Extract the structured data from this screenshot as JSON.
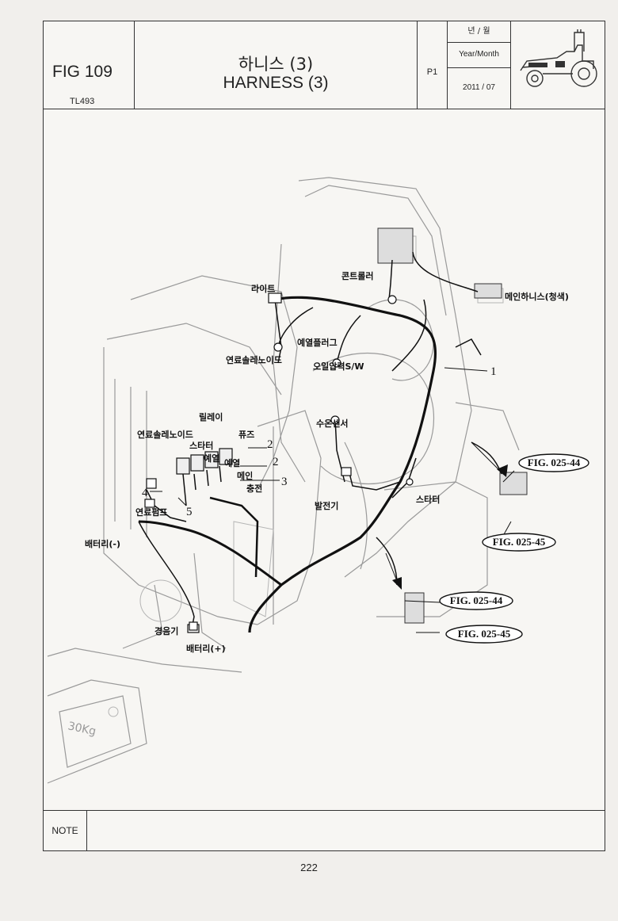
{
  "header": {
    "fig": "FIG 109",
    "model": "TL493",
    "title_ko": "하니스 (3)",
    "title_en": "HARNESS (3)",
    "page": "P1",
    "date_label_ko": "년 / 월",
    "date_label_en": "Year/Month",
    "date_value": "2011 / 07"
  },
  "labels": {
    "light": "라이트",
    "controller": "콘트롤러",
    "main_harness": "메인하니스(청색)",
    "glow_plug": "예열플러그",
    "fuel_solenoid_top": "연료솔레노이드",
    "oil_pressure_sw": "오일압력S/W",
    "relay": "릴레이",
    "fuse": "퓨즈",
    "fuel_solenoid": "연료솔레노이드",
    "starter_relay": "스타터",
    "preheat_relay": "예열",
    "preheat_fuse": "예열",
    "main_fuse": "메인",
    "charge_fuse": "충전",
    "fuel_pump": "연료펌프",
    "battery_neg": "배터리(-)",
    "water_sensor": "수온센서",
    "alternator": "발전기",
    "starter": "스타터",
    "horn": "경음기",
    "battery_pos": "배터리(+)",
    "weight": "30Kg"
  },
  "callouts": [
    "1",
    "2",
    "2",
    "3",
    "4",
    "5"
  ],
  "refs": {
    "ref_a": "FIG. 025-44",
    "ref_b": "FIG. 025-45",
    "ref_c": "FIG. 025-44",
    "ref_d": "FIG. 025-45"
  },
  "note_label": "NOTE",
  "page_number": "222"
}
